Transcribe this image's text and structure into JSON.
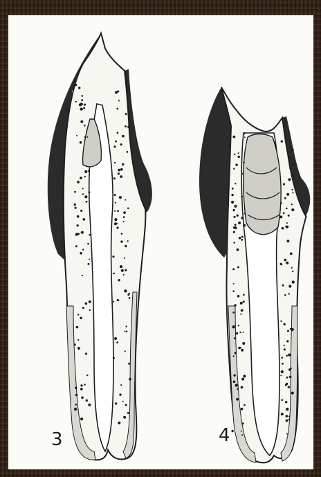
{
  "figures": [
    {
      "id": "tooth-3",
      "label": "3"
    },
    {
      "id": "tooth-4",
      "label": "4"
    }
  ],
  "colors": {
    "enamel": "#2b2b2b",
    "dentin": "#f7f7f2",
    "outline": "#1e1e1e",
    "paper": "#fbfbf7",
    "frame": "#2c2016"
  }
}
